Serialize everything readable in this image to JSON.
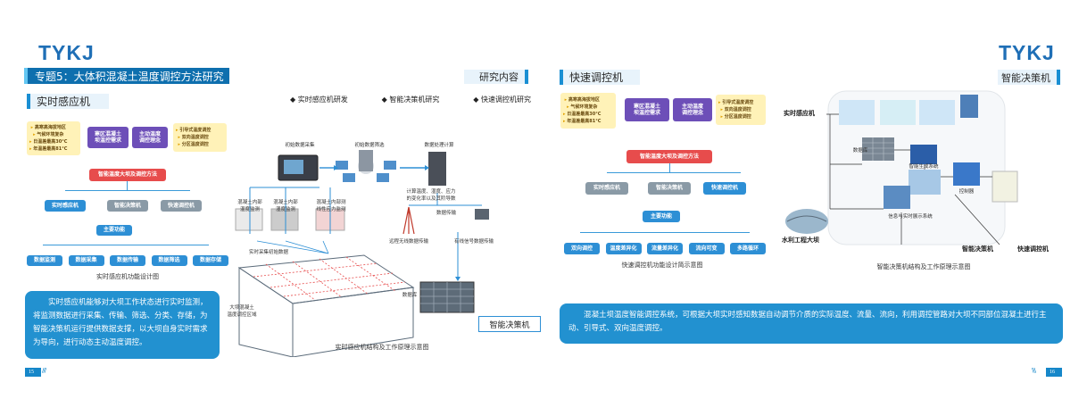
{
  "left": {
    "logo": "TYKJ",
    "topic_title": "专题5：大体积混凝土温度调控方法研究",
    "research_label": "研究内容",
    "section_title": "实时感应机",
    "research_items": [
      "◆ 实时感应机研发",
      "◆ 智能决策机研究",
      "◆ 快速调控机研究"
    ],
    "func_diagram": {
      "conditions": [
        "高寒高海拔地区",
        "气候环境复杂",
        "日温差最高30°C",
        "年温差最高81°C"
      ],
      "need": "寒区混凝土\n坝温控需求",
      "idea": "主动温度\n调控理念",
      "methods": [
        "引导式温度调控",
        "双向温度调控",
        "分区温度调控"
      ],
      "method_title": "智能温度大坝及调控方法",
      "machines": [
        "实时感应机",
        "智能决策机",
        "快速调控机"
      ],
      "main_func": "主要功能",
      "funcs": [
        "数据监测",
        "数据采集",
        "数据传输",
        "数据筛选",
        "数据存储"
      ],
      "caption": "实时感应机功能设计图"
    },
    "paragraph": "实时感应机能够对大坝工作状态进行实时监测，将监测数据进行采集、传输、筛选、分类、存储，为智能决策机运行提供数据支撑，以大坝自身实时需求为导向，进行动态主动温度调控。",
    "flow_diagram": {
      "labels": {
        "collect": "初始数据采集",
        "filter": "初始数据筛选",
        "process": "数据处理计算",
        "calc": "计算温度、湿度、应力\n的变化率以及其阶导数",
        "transfer": "数据传输",
        "wireless": "远程无线数据传输",
        "wired": "有线信号数据传输",
        "database": "数据库",
        "sensor1": "混凝土内部\n温度监测",
        "sensor2": "混凝土内部\n湿度监测",
        "sensor3": "混凝土内部测\n线性应力监测",
        "realtime": "实时采集初始数据",
        "area": "大坝混凝土\n温度调控区域",
        "decision": "智能决策机"
      },
      "caption": "实时感应机结构及工作原理示意图"
    },
    "page_number": "15"
  },
  "right": {
    "logo": "TYKJ",
    "section_title": "快速调控机",
    "section_right": "智能决策机",
    "func_diagram": {
      "conditions": [
        "高寒高海拔地区",
        "气候环境复杂",
        "日温差最高30°C",
        "年温差最高81°C"
      ],
      "need": "寒区混凝土\n坝温控需求",
      "idea": "主动温度\n调控理念",
      "methods": [
        "引导式温度调控",
        "双向温度调控",
        "分区温度调控"
      ],
      "method_title": "智能温度大坝及调控方法",
      "machines": [
        "实时感应机",
        "智能决策机",
        "快速调控机"
      ],
      "main_func": "主要功能",
      "funcs": [
        "双向调控",
        "温度差异化",
        "流量差异化",
        "流向可变",
        "多路循环"
      ],
      "caption": "快速调控机功能设计简示意图"
    },
    "decision_diagram": {
      "labels": {
        "realtime": "实时感应机",
        "database": "数据库",
        "dam": "水利工程大坝",
        "decision": "智能决策机",
        "control": "快速调控机",
        "platform": "智能生成系统",
        "display": "信息与实时展示系统",
        "control2": "控制器"
      },
      "caption": "智能决策机结构及工作原理示意图"
    },
    "paragraph": "混凝土坝温度智能调控系统，可根据大坝实时感知数据自动调节介质的实际温度、流量、流向，利用调控管路对大坝不同部位混凝土进行主动、引导式、双向温度调控。",
    "page_number": "16"
  },
  "colors": {
    "brand": "#1f6fb6",
    "accent": "#2291d0",
    "purple": "#6d4fb8",
    "red": "#e74c4c",
    "yellow": "#fff2b8"
  }
}
